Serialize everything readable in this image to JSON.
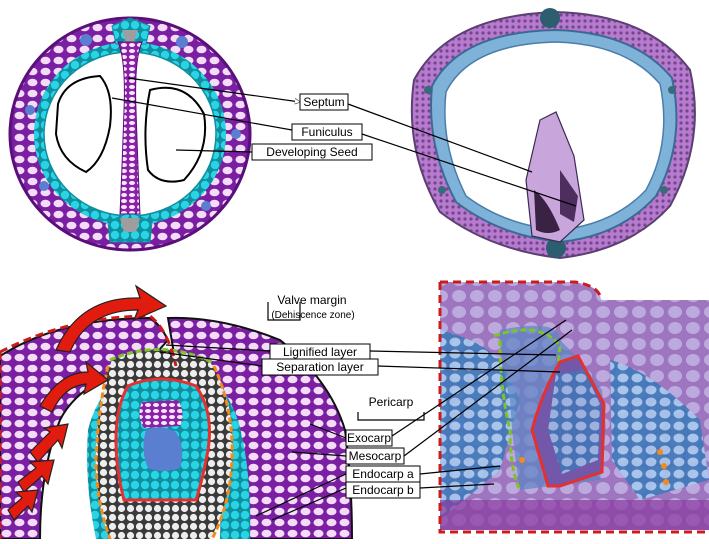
{
  "labels": {
    "septum": "Septum",
    "funiculus": "Funiculus",
    "developing_seed": "Developing Seed",
    "valve_margin": "Valve margin",
    "dehiscence_zone": "(Dehiscence zone)",
    "lignified_layer": "Lignified layer",
    "separation_layer": "Separation layer",
    "pericarp": "Pericarp",
    "exocarp": "Exocarp",
    "mesocarp": "Mesocarp",
    "endocarp_a": "Endocarp a",
    "endocarp_b": "Endocarp b"
  },
  "colors": {
    "cell_purple": "#7a1fa2",
    "cell_magenta": "#c22bd6",
    "epidermis_cyan": "#19c4d6",
    "lignified_green": "#7cc428",
    "separation_orange": "#f28a1c",
    "vascular_red": "#e53030",
    "arrow_red": "#e21b0f",
    "micro_blue": "#5c8fce",
    "micro_purple": "#a05bc0"
  }
}
